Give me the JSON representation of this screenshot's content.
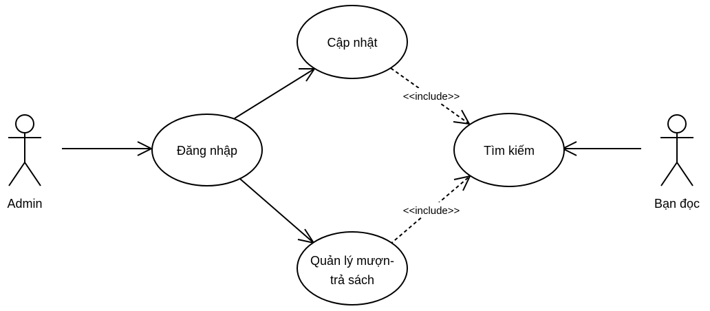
{
  "actors": {
    "admin": {
      "label": "Admin"
    },
    "reader": {
      "label": "Bạn đọc"
    }
  },
  "use_cases": {
    "login": {
      "label": "Đăng nhập"
    },
    "update": {
      "label": "Cập nhật"
    },
    "manage": {
      "label_line1": "Quản lý mượn-",
      "label_line2": "trả sách"
    },
    "search": {
      "label": "Tìm kiếm"
    }
  },
  "relations": {
    "include_update": {
      "label": "<<include>>"
    },
    "include_manage": {
      "label": "<<include>>"
    }
  },
  "colors": {
    "stroke": "#000000",
    "fill": "#ffffff",
    "background": "#ffffff"
  }
}
